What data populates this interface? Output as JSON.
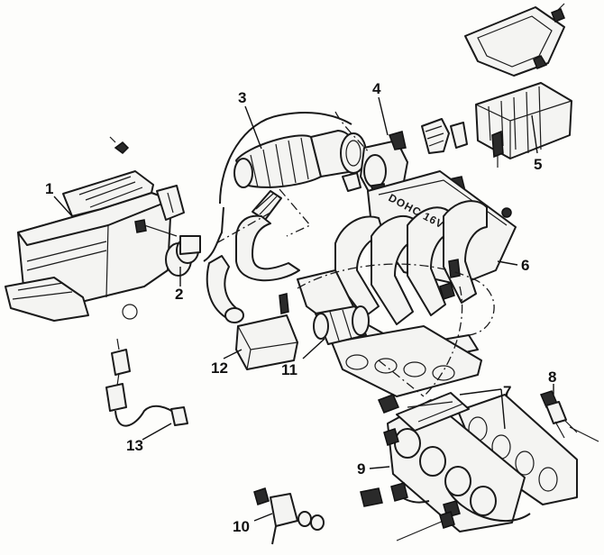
{
  "callouts": [
    "1",
    "2",
    "3",
    "4",
    "5",
    "6",
    "7",
    "8",
    "9",
    "10",
    "11",
    "12",
    "13"
  ],
  "manifold_text": "DOHC 16V"
}
